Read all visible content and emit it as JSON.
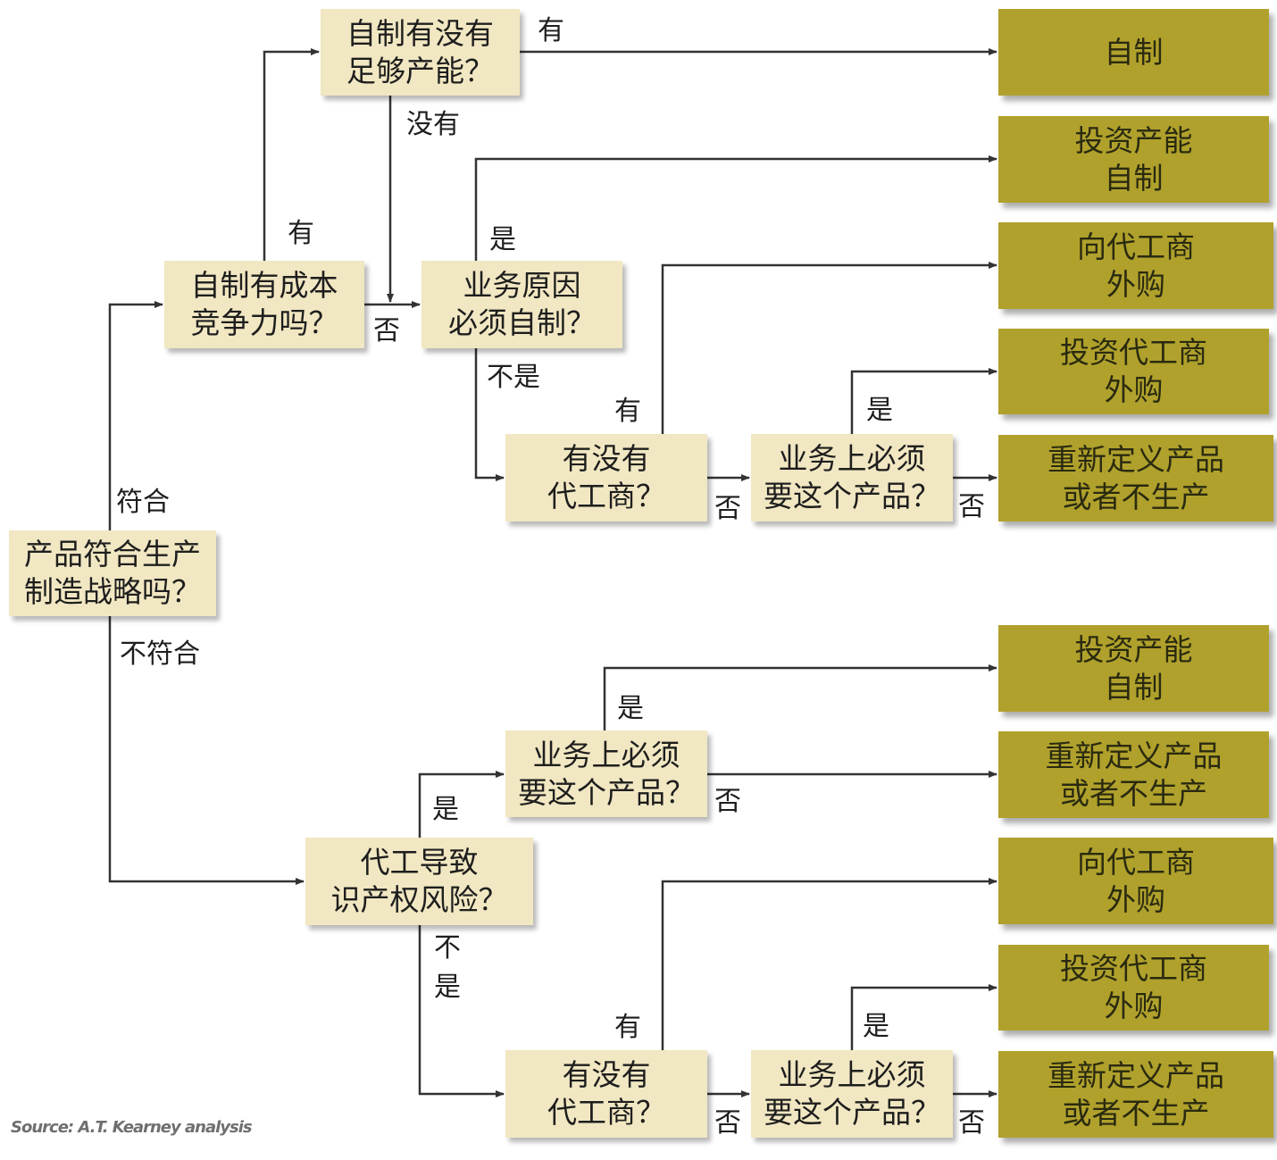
{
  "questions": {
    "strategy": [
      "产品符合生产",
      "制造战略吗？"
    ],
    "cost": [
      "自制有成本",
      "竞争力吗？"
    ],
    "capacity": [
      "自制有没有",
      "足够产能？"
    ],
    "business_reason": [
      "业务原因",
      "必须自制？"
    ],
    "oem_top": [
      "有没有",
      "代工商？"
    ],
    "need_top": [
      "业务上必须",
      "要这个产品？"
    ],
    "ip_risk": [
      "代工导致",
      "识产权风险？"
    ],
    "need_mid": [
      "业务上必须",
      "要这个产品？"
    ],
    "oem_bottom": [
      "有没有",
      "代工商？"
    ],
    "need_bottom": [
      "业务上必须",
      "要这个产品？"
    ]
  },
  "outcomes": {
    "o1": [
      "自制"
    ],
    "o2": [
      "投资产能",
      "自制"
    ],
    "o3": [
      "向代工商",
      "外购"
    ],
    "o4": [
      "投资代工商",
      "外购"
    ],
    "o5": [
      "重新定义产品",
      "或者不生产"
    ],
    "o6": [
      "投资产能",
      "自制"
    ],
    "o7": [
      "重新定义产品",
      "或者不生产"
    ],
    "o8": [
      "向代工商",
      "外购"
    ],
    "o9": [
      "投资代工商",
      "外购"
    ],
    "o10": [
      "重新定义产品",
      "或者不生产"
    ]
  },
  "labels": {
    "fit": "符合",
    "not_fit": "不符合",
    "cost_yes": "有",
    "cost_no": "否",
    "capacity_yes": "有",
    "capacity_no": "没有",
    "reason_yes": "是",
    "reason_no": "不是",
    "oem_top_yes": "有",
    "oem_top_no": "否",
    "need_top_yes": "是",
    "need_top_no": "否",
    "ip_yes": "是",
    "ip_no": "不是",
    "need_mid_yes": "是",
    "need_mid_no": "否",
    "oem_bottom_yes": "有",
    "oem_bottom_no": "否",
    "need_bottom_yes": "是",
    "need_bottom_no": "否"
  },
  "source": "Source: A.T. Kearney analysis",
  "colors": {
    "question_fill": "#f1e7c2",
    "outcome_fill": "#b0a12c",
    "connector": "#333333"
  }
}
